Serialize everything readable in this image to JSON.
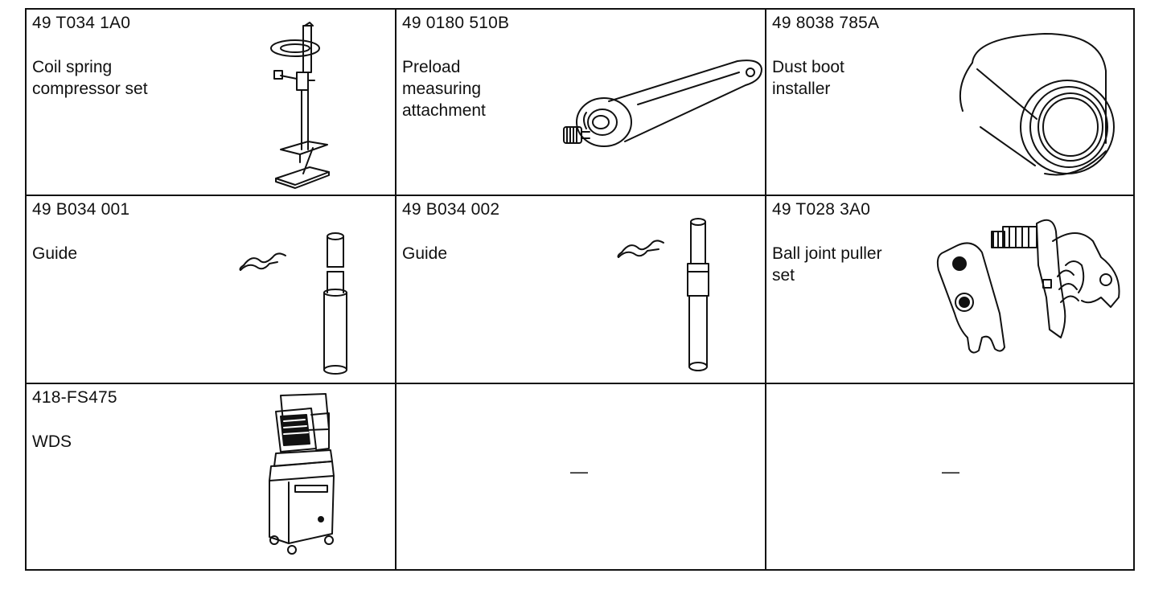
{
  "tools": [
    {
      "code": "49 T034 1A0",
      "name": "Coil spring\ncompressor set",
      "icon": "coil-spring-compressor-illustration"
    },
    {
      "code": "49 0180 510B",
      "name": "Preload\nmeasuring\nattachment",
      "icon": "preload-wrench-illustration"
    },
    {
      "code": "49 8038 785A",
      "name": "Dust boot\ninstaller",
      "icon": "dust-boot-installer-illustration"
    },
    {
      "code": "49 B034 001",
      "name": "Guide",
      "icon": "guide-pin-illustration"
    },
    {
      "code": "49 B034 002",
      "name": "Guide",
      "icon": "guide-pin-illustration"
    },
    {
      "code": "49 T028 3A0",
      "name": "Ball joint puller\nset",
      "icon": "ball-joint-puller-illustration"
    },
    {
      "code": "418-FS475",
      "name": "WDS",
      "icon": "wds-cabinet-illustration"
    },
    {
      "code": "",
      "name": "",
      "placeholder": "—"
    },
    {
      "code": "",
      "name": "",
      "placeholder": "—"
    }
  ]
}
